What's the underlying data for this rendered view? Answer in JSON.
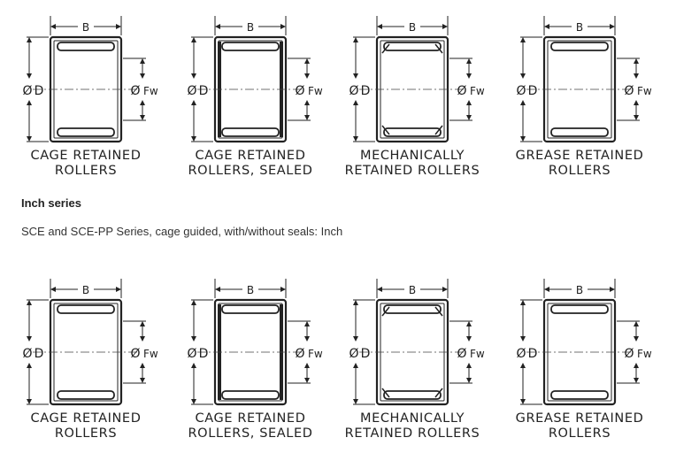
{
  "heading": "Inch series",
  "description": "SCE and SCE-PP Series, cage guided, with/without seals: Inch",
  "labels": {
    "width": "B",
    "outer_diameter_symbol": "Ø",
    "outer_diameter_letter": "D",
    "inner_diameter_symbol": "Ø",
    "inner_diameter_letters": "Fw"
  },
  "bearing_types": [
    {
      "type": "cage",
      "caption_line1": "CAGE RETAINED",
      "caption_line2": "ROLLERS"
    },
    {
      "type": "sealed",
      "caption_line1": "CAGE RETAINED",
      "caption_line2": "ROLLERS, SEALED"
    },
    {
      "type": "mechanical",
      "caption_line1": "MECHANICALLY",
      "caption_line2": "RETAINED ROLLERS"
    },
    {
      "type": "grease",
      "caption_line1": "GREASE RETAINED",
      "caption_line2": "ROLLERS"
    }
  ]
}
